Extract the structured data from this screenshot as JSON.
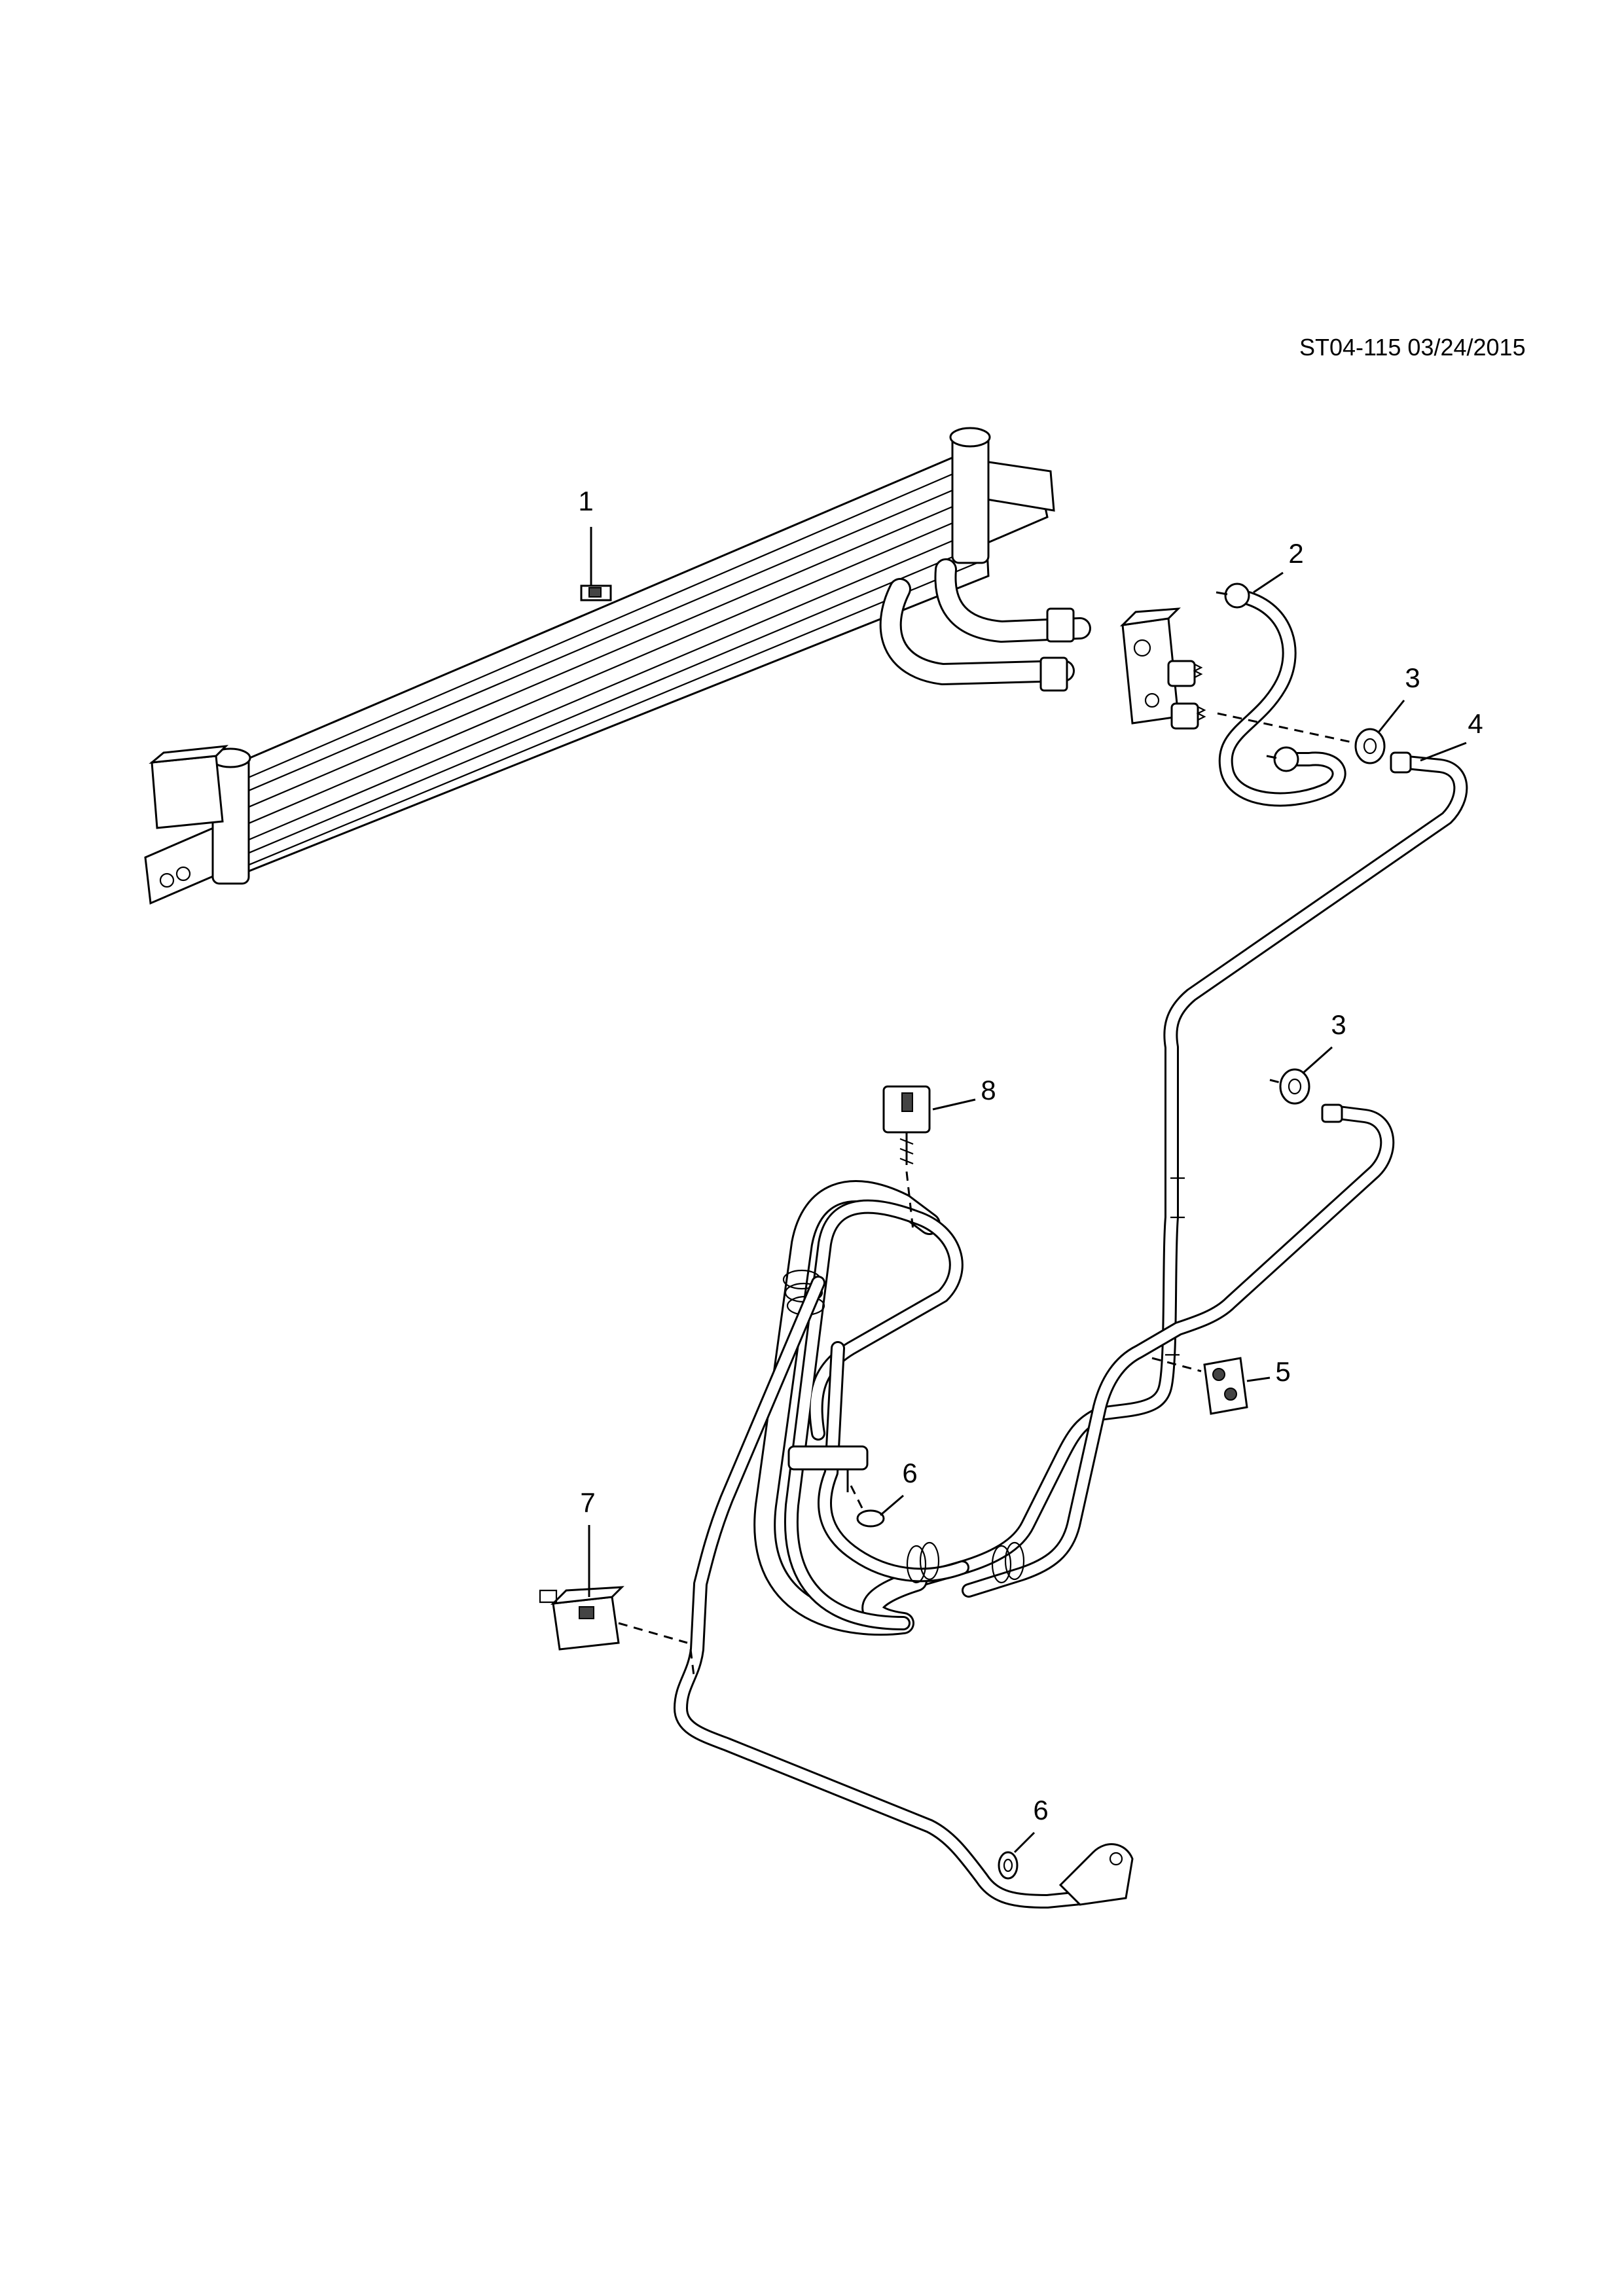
{
  "drawing_code": "ST04-115 03/24/2015",
  "callouts": [
    "1",
    "2",
    "3",
    "4",
    "3",
    "8",
    "5",
    "6",
    "7",
    "6"
  ]
}
